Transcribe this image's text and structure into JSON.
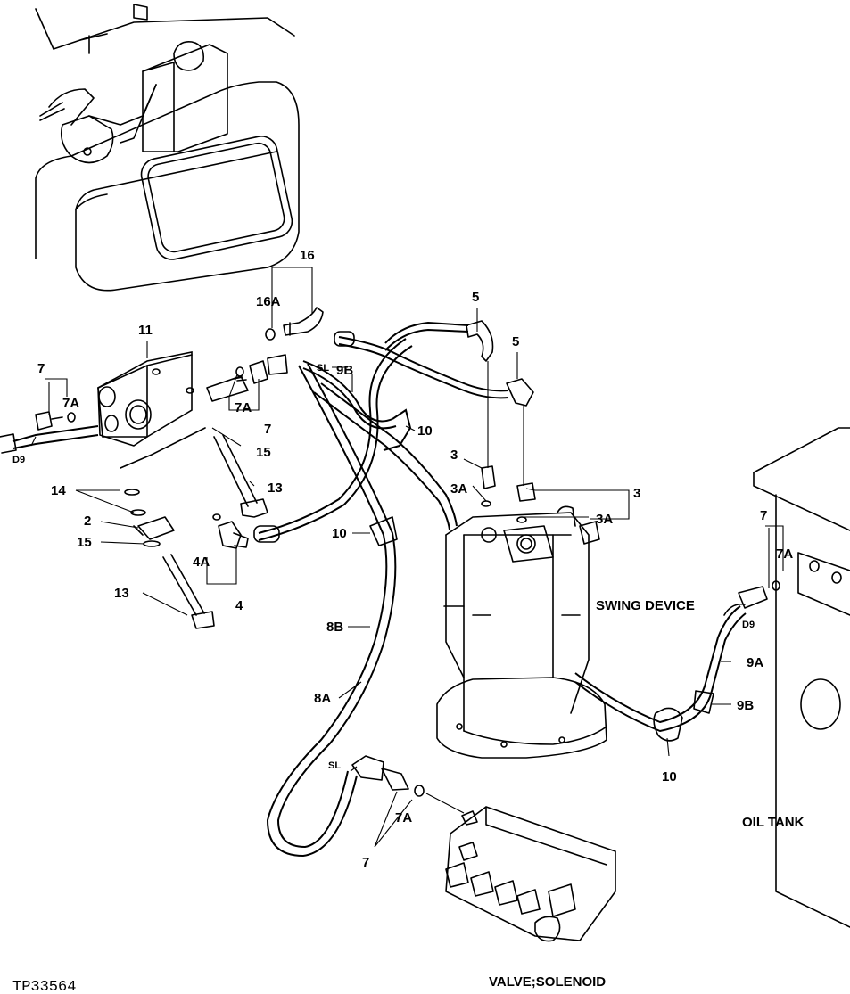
{
  "figure_ref": "TP33564",
  "captions": {
    "swing_device": "SWING DEVICE",
    "oil_tank": "OIL TANK",
    "valve_solenoid": "VALVE;SOLENOID"
  },
  "callouts": {
    "c16": "16",
    "c16A": "16A",
    "c11": "11",
    "c7_left": "7",
    "c7A_left": "7A",
    "cD9_left": "D9",
    "c5_top": "5",
    "c5_mid": "5",
    "cSL_top": "SL",
    "c9B_top": "9B",
    "c7A_mid": "7A",
    "c7_mid": "7",
    "c10_top": "10",
    "c15_top": "15",
    "c3_left": "3",
    "c3A_left": "3A",
    "c13_top": "13",
    "c14": "14",
    "c3_right": "3",
    "c3A_right": "3A",
    "c2": "2",
    "c15_bottom": "15",
    "c10_mid": "10",
    "c4A": "4A",
    "c4": "4",
    "c13_bottom": "13",
    "c7_right": "7",
    "c7A_right": "7A",
    "cD9_right": "D9",
    "c8B": "8B",
    "c9A": "9A",
    "c8A": "8A",
    "c9B_right": "9B",
    "c10_bottom": "10",
    "cSL_bottom": "SL",
    "c7A_bottom": "7A",
    "c7_bottom": "7"
  }
}
